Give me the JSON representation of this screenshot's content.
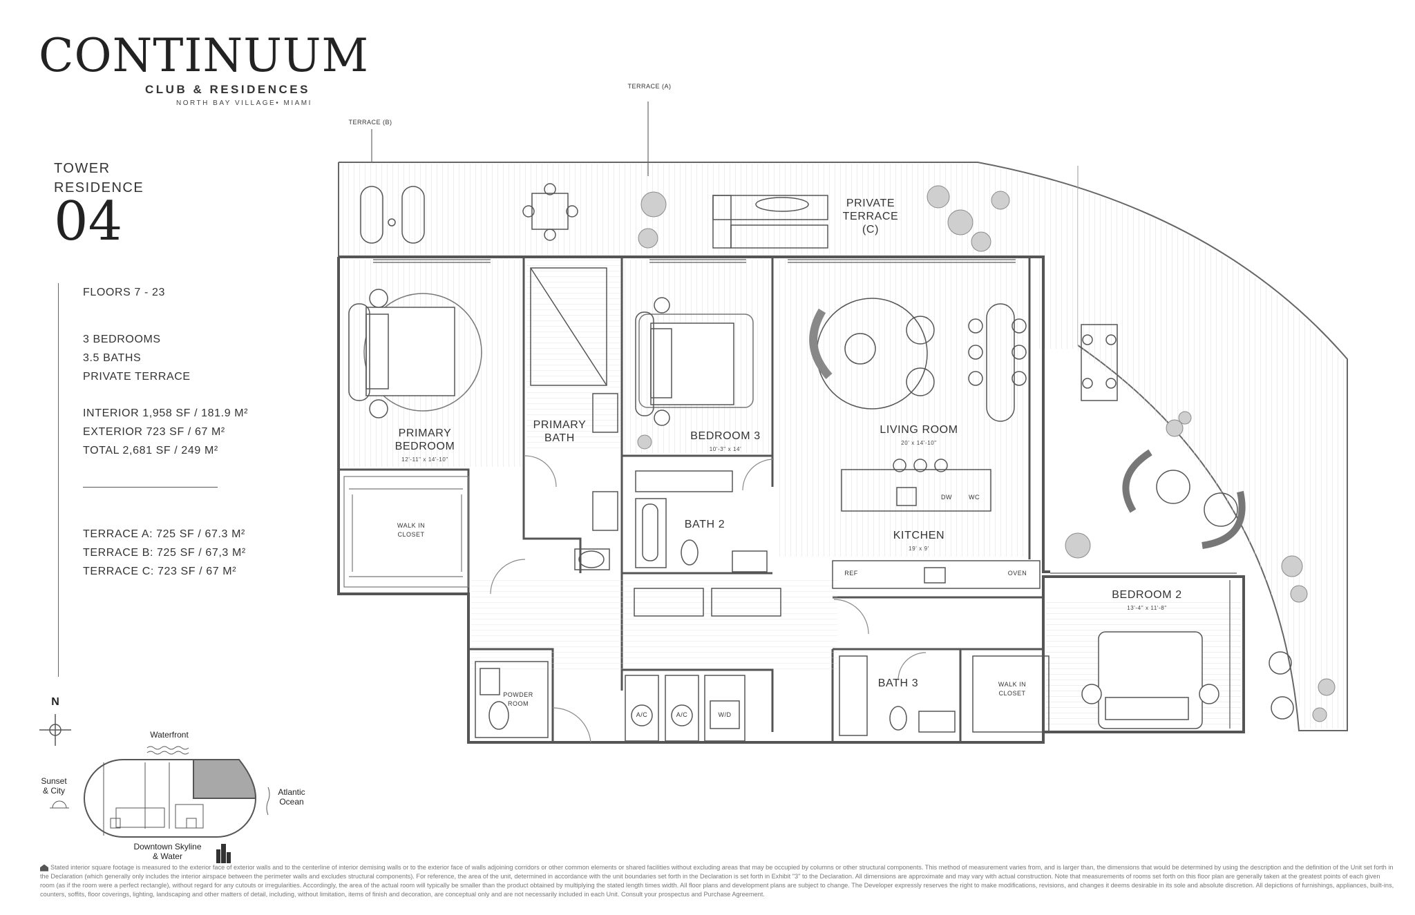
{
  "brand": {
    "name": "CONTINUUM",
    "subtitle": "CLUB & RESIDENCES",
    "location": "NORTH BAY VILLAGE• MIAMI"
  },
  "unit": {
    "line1": "TOWER",
    "line2": "RESIDENCE",
    "number": "04"
  },
  "specs": {
    "floors": "FLOORS 7 - 23",
    "bedrooms": "3 BEDROOMS",
    "baths": "3.5 BATHS",
    "terrace": "PRIVATE TERRACE",
    "interior": "INTERIOR 1,958 SF / 181.9 M²",
    "exterior": "EXTERIOR 723 SF / 67 M²",
    "total": "TOTAL  2,681 SF /  249 M²",
    "terrace_a": "TERRACE A: 725 SF / 67.3 M²",
    "terrace_b": "TERRACE B: 725 SF / 67,3 M²",
    "terrace_c": "TERRACE C: 723 SF / 67 M²"
  },
  "plan": {
    "terrace_a": "TERRACE (A)",
    "terrace_b": "TERRACE (B)",
    "private_terrace_1": "PRIVATE",
    "private_terrace_2": "TERRACE",
    "private_terrace_3": "(C)",
    "primary_bedroom_1": "PRIMARY",
    "primary_bedroom_2": "BEDROOM",
    "primary_bedroom_dim": "12'-11\" x 14'-10\"",
    "walk_in_closet_1": "WALK IN",
    "walk_in_closet_2": "CLOSET",
    "primary_bath_1": "PRIMARY",
    "primary_bath_2": "BATH",
    "bedroom3": "BEDROOM 3",
    "bedroom3_dim": "10'-3\" x 14'",
    "bath2": "BATH 2",
    "living_room": "LIVING ROOM",
    "living_room_dim": "20' x 14'-10\"",
    "dw": "DW",
    "wc": "WC",
    "kitchen": "KITCHEN",
    "kitchen_dim": "19' x 9'",
    "ref": "REF",
    "oven": "OVEN",
    "bedroom2": "BEDROOM 2",
    "bedroom2_dim": "13'-4\" x 11'-8\"",
    "bath3": "BATH 3",
    "walk_in_closet2_1": "WALK IN",
    "walk_in_closet2_2": "CLOSET",
    "powder_1": "POWDER",
    "powder_2": "ROOM",
    "ac1": "A/C",
    "ac2": "A/C",
    "wd": "W/D"
  },
  "keyplan": {
    "north": "N",
    "waterfront": "Waterfront",
    "sunset_1": "Sunset",
    "sunset_2": "& City",
    "atlantic_1": "Atlantic",
    "atlantic_2": "Ocean",
    "downtown_1": "Downtown Skyline",
    "downtown_2": "& Water"
  },
  "disclaimer": "Stated interior square footage is measured to the exterior face of exterior walls and to the centerline of interior demising walls or to the exterior face of walls adjoining corridors or other common elements or shared facilities without excluding areas that may be occupied by columns or other structural components. This method of measurement varies from, and is larger than, the dimensions that would be determined by using the description and the definition of the Unit set forth in the Declaration (which generally only includes the interior airspace between the perimeter walls and excludes structural components). For reference, the area of the unit, determined in accordance with the unit boundaries set forth in the Declaration is set forth in Exhibit \"3\" to the Declaration. All dimensions are approximate and may vary with actual construction. Note that measurements of rooms set forth on this floor plan are generally taken at the greatest points of each given room (as if the room were a perfect rectangle), without regard for any cutouts or irregularities. Accordingly, the area of the actual room will typically be smaller than the product obtained by multiplying the stated length times width. All floor plans and development plans are subject to change. The Developer expressly reserves the right to make modifications, revisions, and changes it deems desirable in its sole and absolute discretion. All depictions of furnishings, appliances, built-ins, counters, soffits, floor coverings, lighting, landscaping and other matters of detail, including, without limitation, items of finish and decoration, are conceptual only and are not necessarily included in each Unit. Consult your prospectus and Purchase Agreement.",
  "colors": {
    "wall": "#555555",
    "line": "#999999",
    "highlight": "#a8a8a8",
    "text": "#222222"
  }
}
